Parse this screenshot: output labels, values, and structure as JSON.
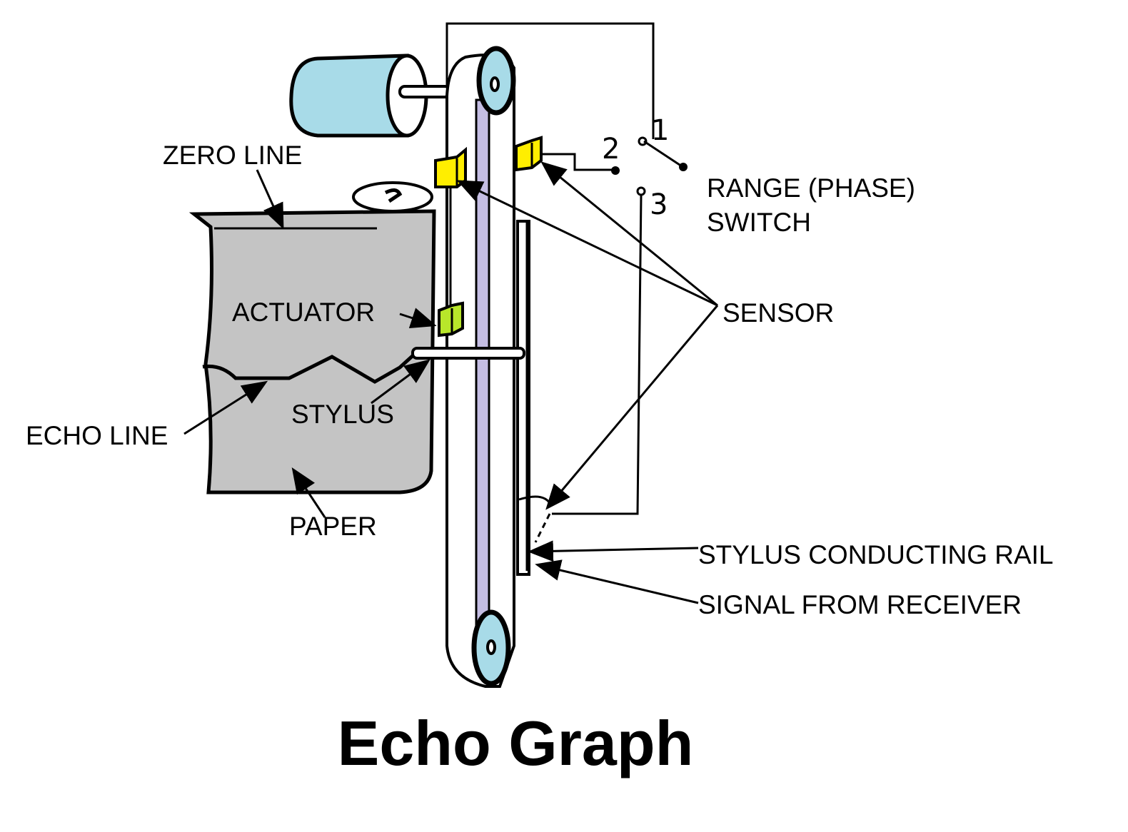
{
  "title": "Echo Graph",
  "labels": {
    "zero_line": "ZERO LINE",
    "actuator": "ACTUATOR",
    "echo_line": "ECHO LINE",
    "stylus": "STYLUS",
    "paper": "PAPER",
    "range_switch_line1": "RANGE (PHASE)",
    "range_switch_line2": "SWITCH",
    "sensor": "SENSOR",
    "stylus_conducting_rail": "STYLUS CONDUCTING RAIL",
    "signal_from_receiver": "SIGNAL FROM RECEIVER"
  },
  "switch_positions": [
    "1",
    "2",
    "3"
  ],
  "colors": {
    "motor": "#a8dbe8",
    "pulley": "#a8dbe8",
    "belt": "#c4bde3",
    "sensor": "#ffee00",
    "actuator": "#b8e62a",
    "paper": "#c4c4c4"
  }
}
